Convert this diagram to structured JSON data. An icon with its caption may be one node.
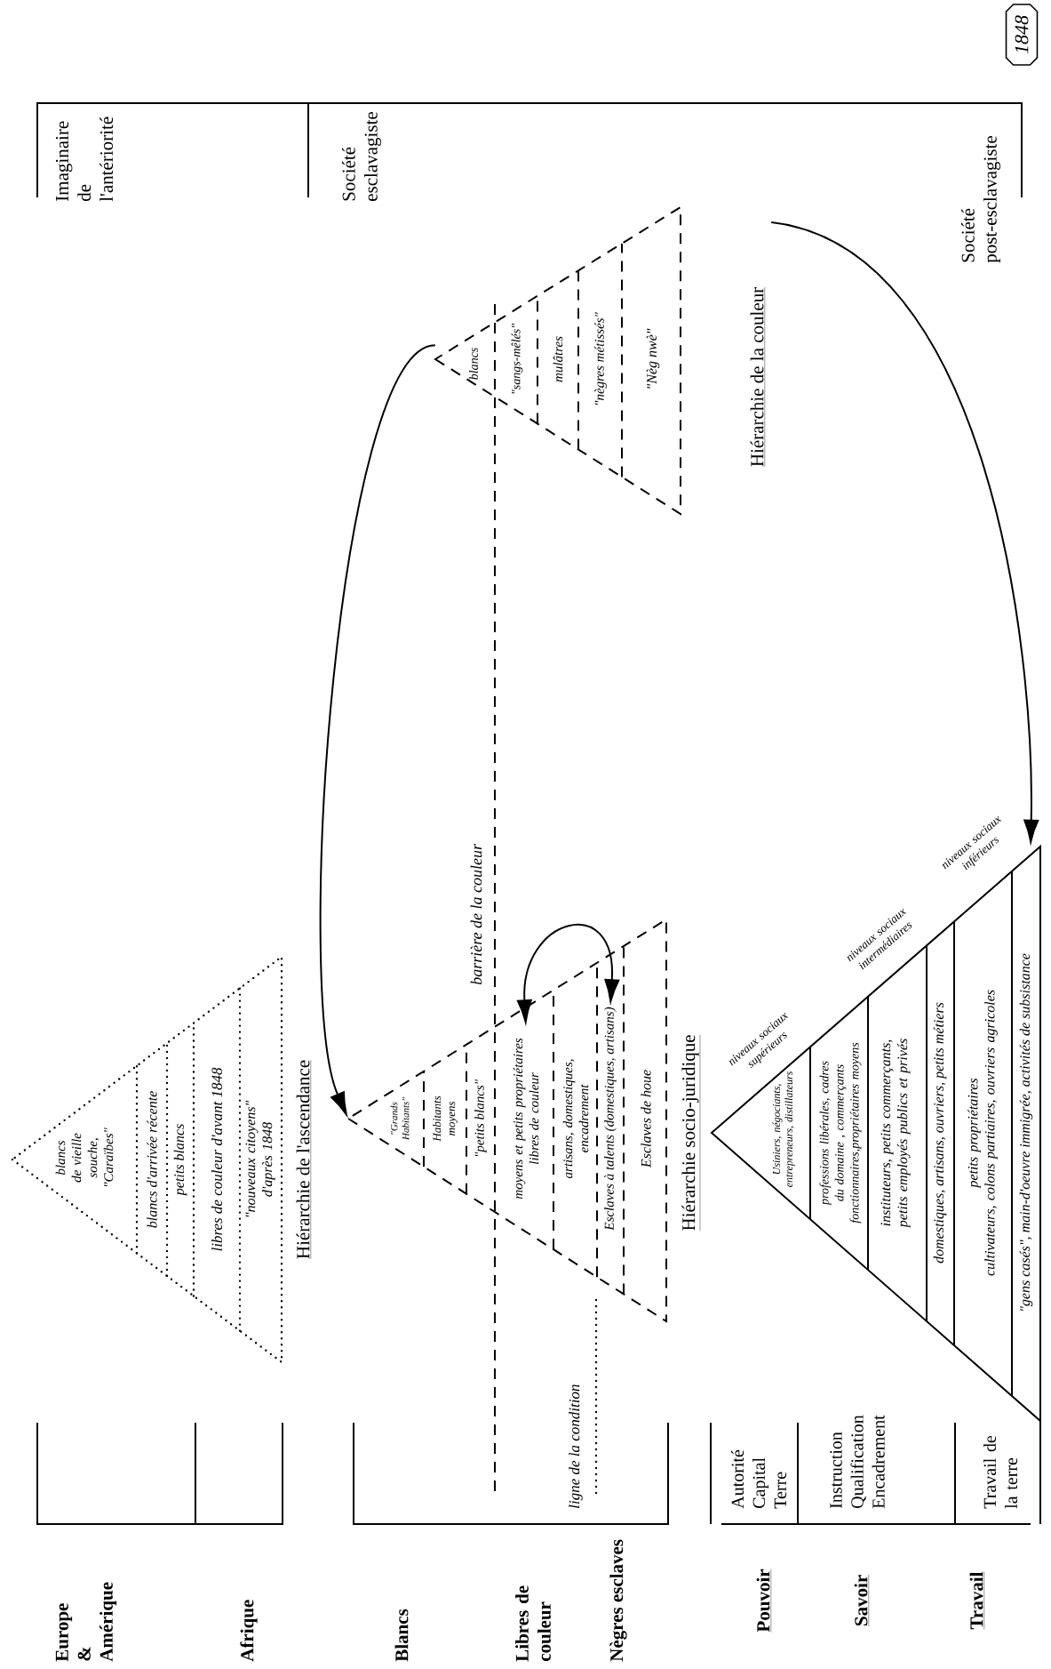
{
  "diagram": {
    "nodes": [
      {
        "text": [
          "Hiérarchie de l'ascendance"
        ]
      },
      {
        "text": [
          "blancs de vieille souche, \"Caraïbes\""
        ],
        "in": 0
      },
      {
        "text": [
          "blancs d'arrivée récente"
        ],
        "in": 0
      },
      {
        "text": [
          "petits blancs"
        ],
        "in": 0
      },
      {
        "text": [
          "libres de couleur d'avant 1848"
        ],
        "in": 0
      },
      {
        "text": [
          "\"nouveaux citoyens\" d'après 1848"
        ],
        "in": 0
      },
      {
        "text": [
          "Hiérarchie socio-juridique"
        ]
      },
      {
        "text": [
          "\"Grands Habitants\""
        ],
        "in": 6
      },
      {
        "text": [
          "Habitants moyens"
        ],
        "in": 6
      },
      {
        "text": [
          "\"petits blancs\""
        ],
        "in": 6
      },
      {
        "text": [
          "moyens et petits propriétaires libres de couleur"
        ],
        "in": 6
      },
      {
        "text": [
          "artisans, domestiques, encadrement"
        ],
        "in": 6
      },
      {
        "text": [
          "Esclaves à talents (domestiques, artisans)"
        ],
        "in": 6
      },
      {
        "text": [
          "Esclaves de houe"
        ],
        "in": 6
      },
      {
        "text": [
          "Hiérarchie de la couleur"
        ]
      },
      {
        "text": [
          "blancs"
        ],
        "in": 14
      },
      {
        "text": [
          "\"sangs-mêlés\""
        ],
        "in": 14
      },
      {
        "text": [
          "mulâtres"
        ],
        "in": 14
      },
      {
        "text": [
          "\"nègres métissés\""
        ],
        "in": 14
      },
      {
        "text": [
          "\"Nèg nwè\""
        ],
        "in": 14
      },
      {
        "text": [],
        "shape": "triangle"
      },
      {
        "text": [
          "Usiniers, négociants, entrepreneurs, distillateurs"
        ],
        "in": 20
      },
      {
        "text": [
          "professions libérales, cadres du domaine , commerçants fonctionnaires,propriétaires moyens"
        ],
        "in": 20
      },
      {
        "text": [
          "instituteurs, petits commerçants, petits employés publics et privés"
        ],
        "in": 20
      },
      {
        "text": [
          "domestiques, artisans, ouvriers, petits métiers"
        ],
        "in": 20
      },
      {
        "text": [
          "petits propriétaires",
          "cultivateurs, colons partiaires, ouvriers agricoles"
        ],
        "in": 20
      },
      {
        "text": [
          "\"gens casés\", main-d'oeuvre immigrée, activités de subsistance"
        ],
        "in": 20
      },
      {
        "text": [
          "1848"
        ]
      }
    ],
    "edges": [
      {
        "from": 14,
        "to": 6,
        "arrow": "to"
      },
      {
        "from": 14,
        "to": 20,
        "arrow": "to"
      },
      {
        "from": 10,
        "to": 12,
        "arrow": "both"
      }
    ],
    "labels": [
      "Europe & Amérique",
      "Afrique",
      "Blancs",
      "Libres de couleur",
      "Nègres esclaves",
      "ligne de la condition",
      "barrière de la couleur",
      "Pouvoir",
      "Autorité Capital Terre",
      "Savoir",
      "Instruction Qualification Encadrement",
      "Travail",
      "Travail de la terre",
      "niveaux sociaux supérieurs",
      "niveaux sociaux intermédiaires",
      "niveaux sociaux inférieurs",
      "Imaginaire de l'antériorité",
      "Société esclavagiste",
      "Société post-esclavagiste"
    ]
  }
}
